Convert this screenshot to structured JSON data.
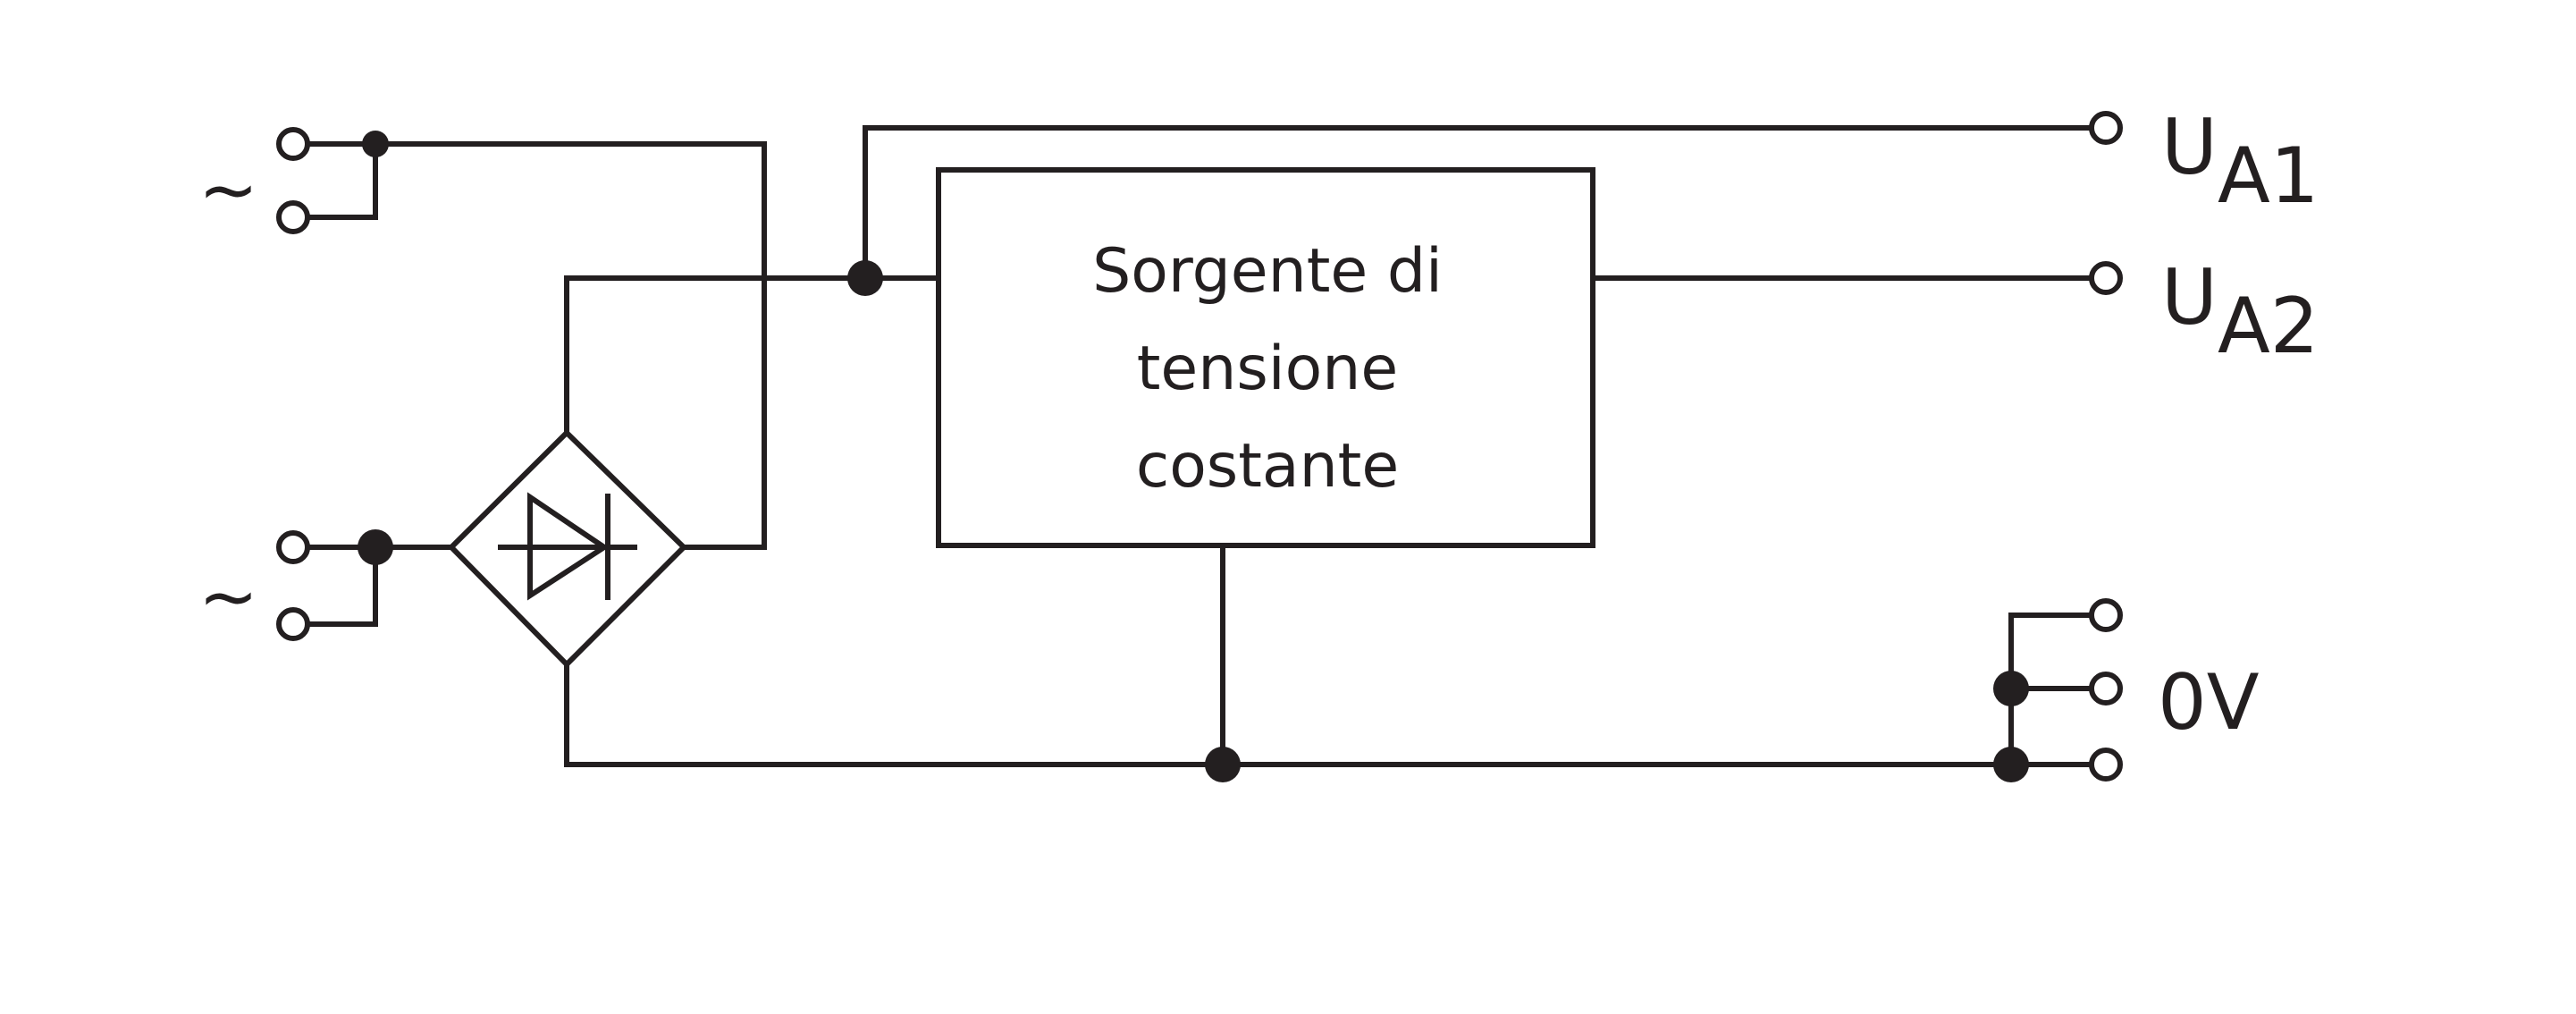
{
  "diagram": {
    "inputs": {
      "ac1_symbol": "~",
      "ac2_symbol": "~"
    },
    "block": {
      "line1": "Sorgente di",
      "line2": "tensione",
      "line3": "costante"
    },
    "outputs": {
      "ua1": {
        "main": "U",
        "sub": "A1"
      },
      "ua2": {
        "main": "U",
        "sub": "A2"
      },
      "zero": "0V"
    },
    "components": {
      "rectifier_icon": "bridge-rectifier-diode-icon"
    }
  }
}
